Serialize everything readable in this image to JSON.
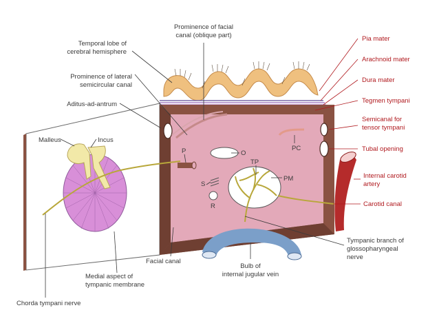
{
  "labels": {
    "temporal_lobe": [
      "Temporal lobe of",
      "cerebral hemisphere"
    ],
    "prominence_facial": [
      "Prominence of facial",
      "canal (oblique part)"
    ],
    "pia_mater": "Pia mater",
    "arachnoid_mater": "Arachnoid mater",
    "dura_mater": "Dura mater",
    "tegmen_tympani": "Tegmen tympani",
    "semicanal": [
      "Semicanal for",
      "tensor tympani"
    ],
    "tubal_opening": "Tubal opening",
    "internal_carotid": [
      "Internal carotid",
      "artery"
    ],
    "carotid_canal": "Carotid canal",
    "tympanic_branch": [
      "Tympanic branch of",
      "glossopharyngeal",
      "nerve"
    ],
    "bulb_jugular": [
      "Bulb of",
      "internal jugular vein"
    ],
    "facial_canal": "Facial canal",
    "medial_aspect": [
      "Medial aspect of",
      "tympanic membrane"
    ],
    "chorda_tympani": "Chorda tympani nerve",
    "malleus": "Malleus",
    "incus": "Incus",
    "prominence_lateral": [
      "Prominence of lateral",
      "semicircular canal"
    ],
    "aditus": "Aditus-ad-antrum",
    "p": "P",
    "o": "O",
    "tp": "TP",
    "pm": "PM",
    "s": "S",
    "r": "R",
    "pc": "PC"
  },
  "colors": {
    "brain": "#efc07f",
    "frame": "#8a5242",
    "wall": "#e3a9b9",
    "membrane": "#d88fd8",
    "ossicle": "#f2e9a8",
    "vein": "#7b9fc9",
    "artery": "#b52b2b",
    "nerve": "#b8a73a",
    "label_red": "#b0191e"
  }
}
